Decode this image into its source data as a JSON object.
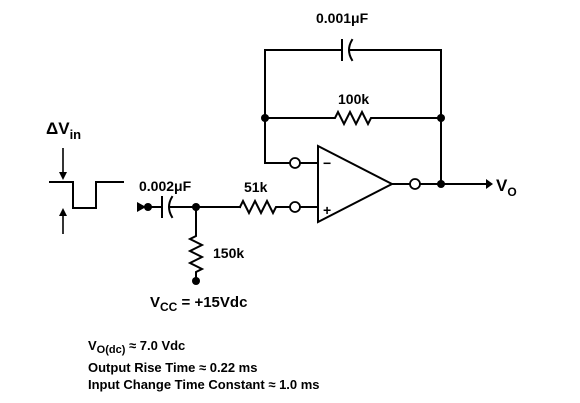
{
  "labels": {
    "feedback_capacitor": "0.001μF",
    "feedback_resistor": "100k",
    "delta_vin_prefix": "ΔV",
    "delta_vin_sub": "in",
    "input_capacitor": "0.002μF",
    "input_resistor": "51k",
    "bias_resistor": "150k",
    "supply_prefix": "V",
    "supply_sub": "CC",
    "supply_value": " = +15Vdc",
    "output_prefix": "V",
    "output_sub": "O",
    "minus_sign": "−",
    "plus_sign": "+"
  },
  "notes": {
    "vo_prefix": "V",
    "vo_sub": "O(dc)",
    "vo_value": " ≈ 7.0 Vdc",
    "rise_time": "Output Rise Time ≈ 0.22 ms",
    "time_constant": "Input Change Time Constant ≈ 1.0 ms"
  }
}
